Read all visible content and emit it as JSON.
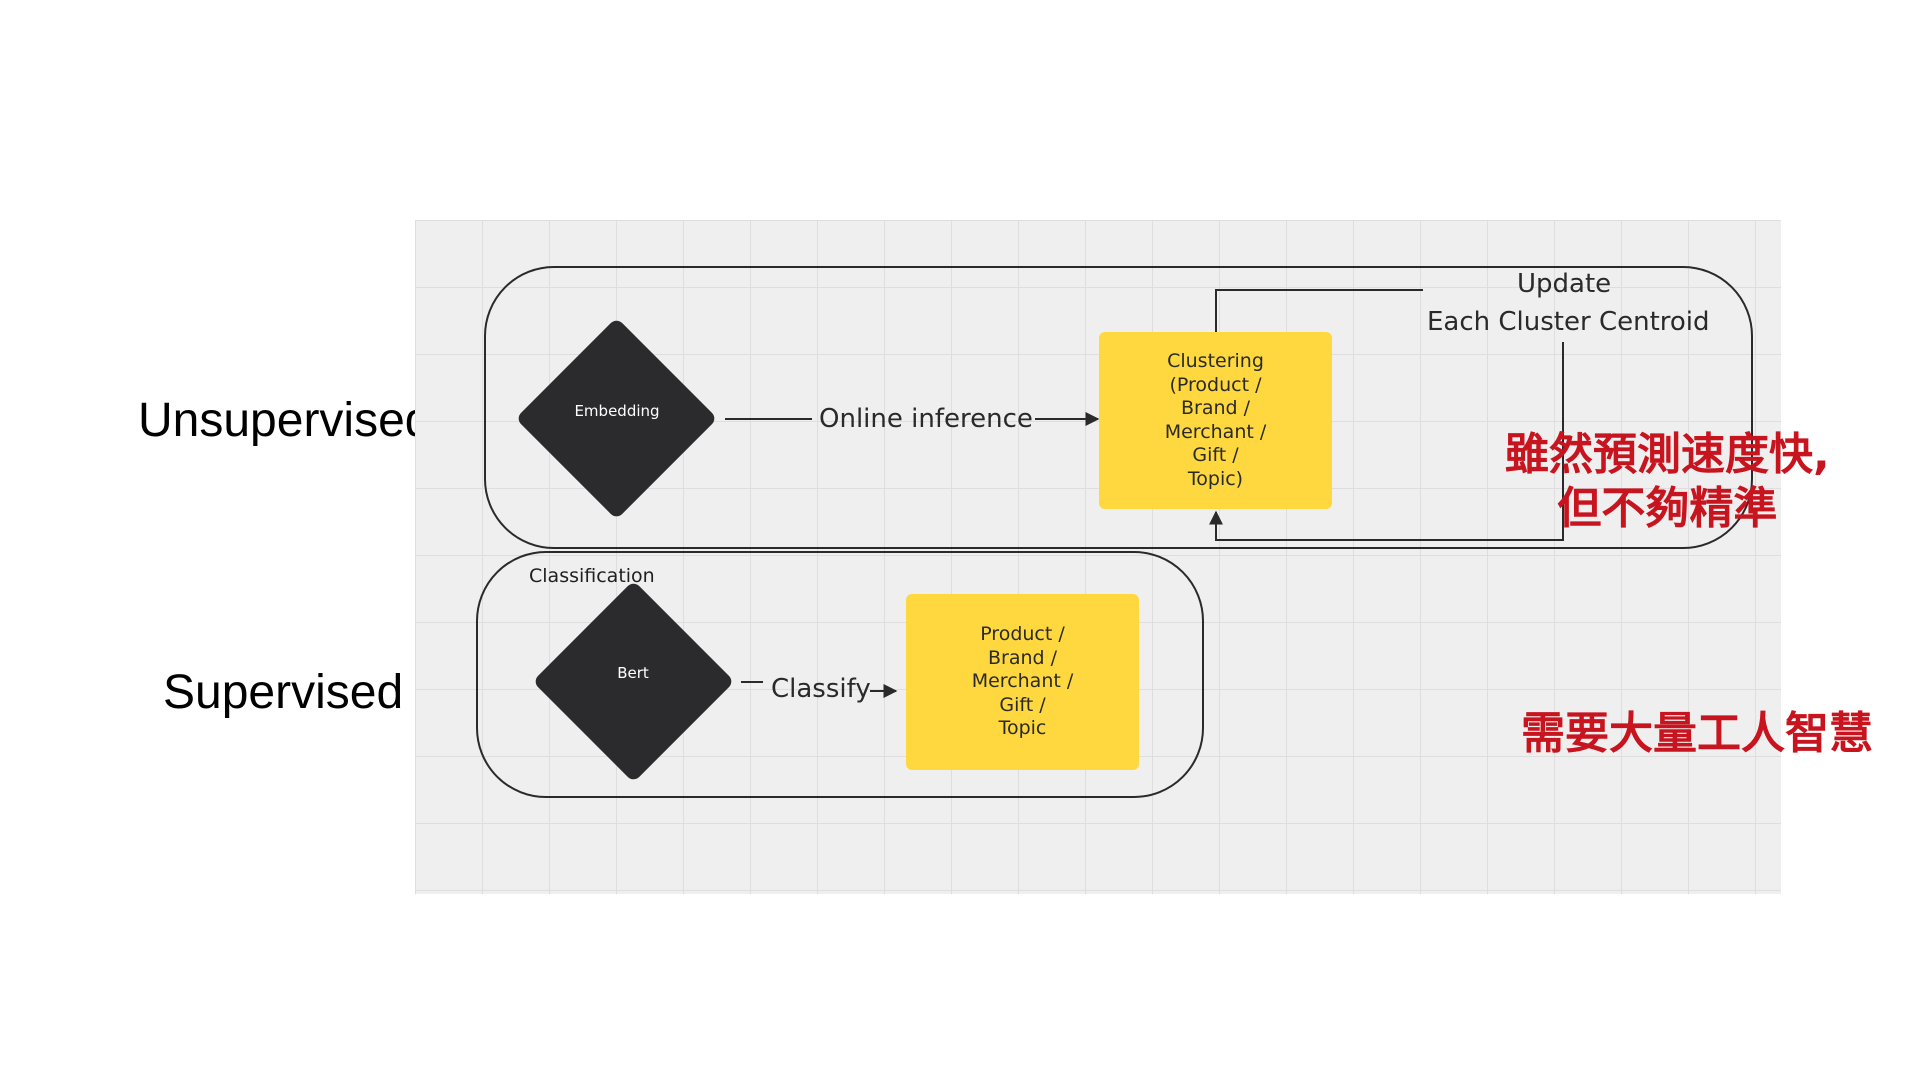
{
  "labels": {
    "unsupervised": "Unsupervised",
    "supervised": "Supervised"
  },
  "unsupervised_flow": {
    "embedding": "Embedding",
    "online_inference": "Online inference",
    "clustering": "Clustering\n(Product /\nBrand /\nMerchant /\nGift /\nTopic)",
    "update_line1": "Update",
    "update_line2": "Each Cluster Centroid"
  },
  "supervised_flow": {
    "frame_title": "Classification",
    "bert": "Bert",
    "classify": "Classify",
    "categories": "Product /\nBrand /\nMerchant /\nGift /\nTopic"
  },
  "notes": {
    "unsupervised_note": "雖然預測速度快,\n但不夠精準",
    "supervised_note": "需要大量工人智慧"
  },
  "colors": {
    "sticky": "#fed83e",
    "diamond": "#2b2b2e",
    "note_red": "#c8141e",
    "canvas": "#efefef"
  }
}
